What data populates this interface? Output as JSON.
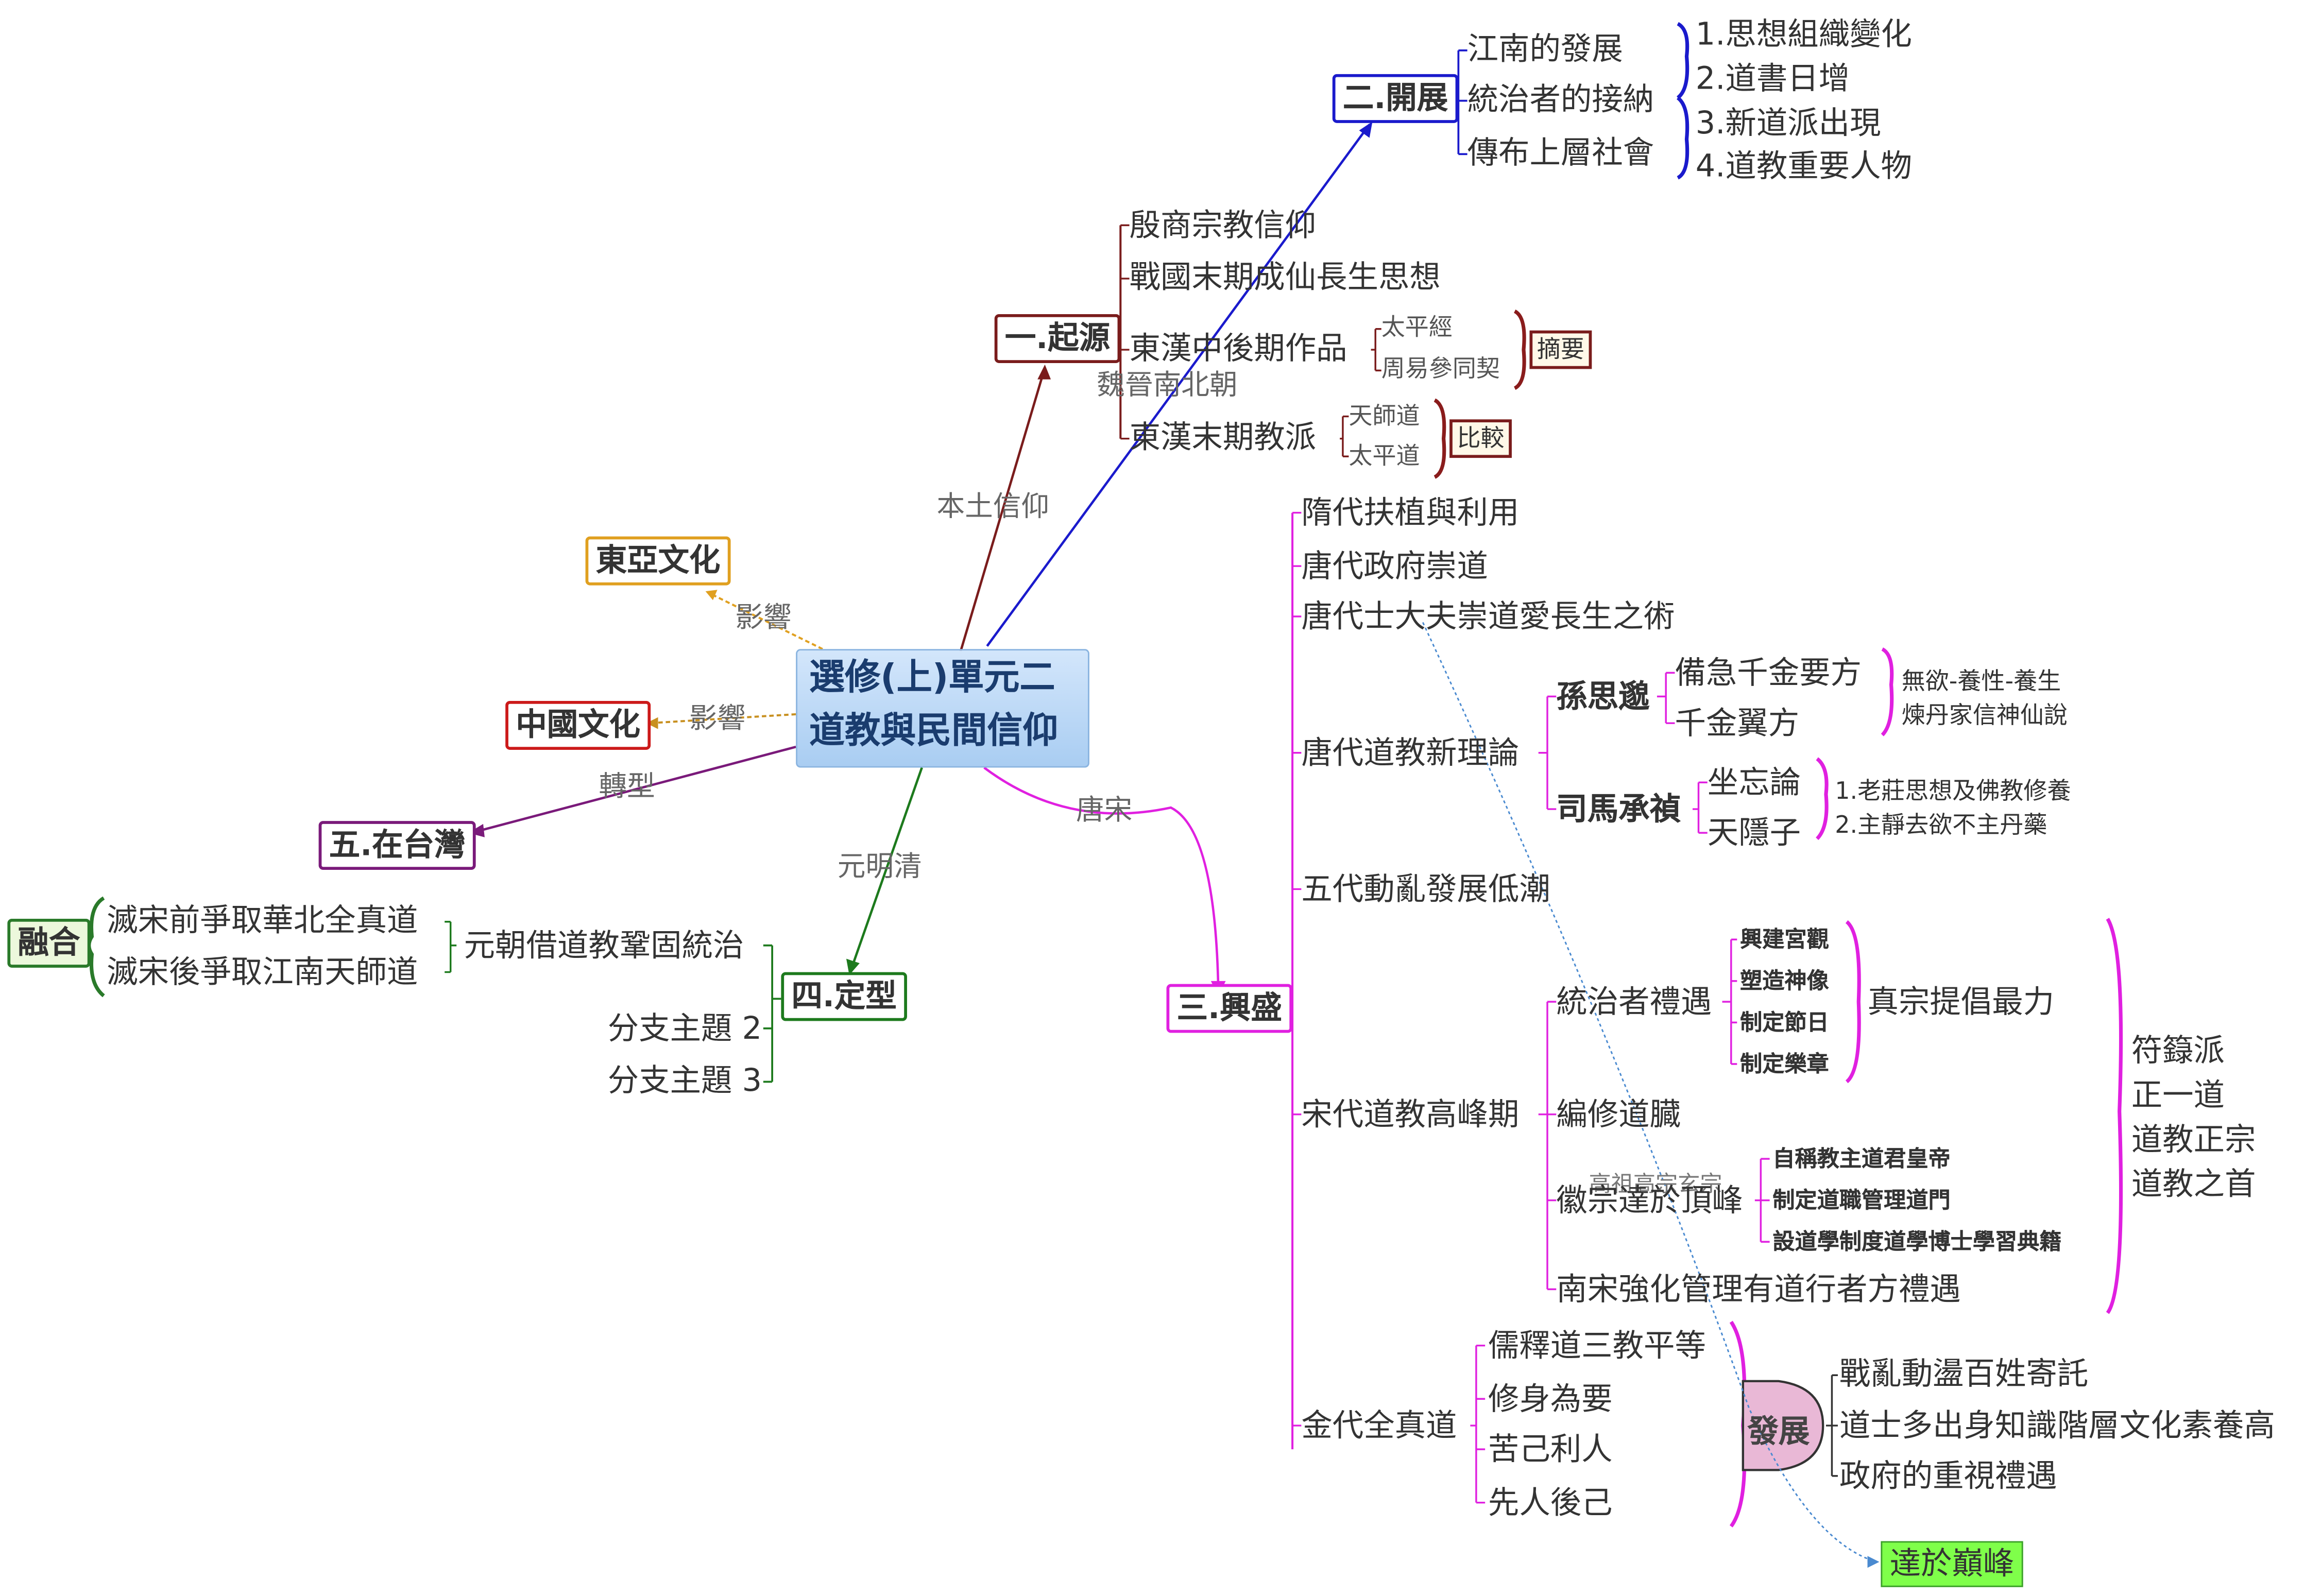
{
  "central": {
    "line1": "選修(上)單元二",
    "line2": "道教與民間信仰"
  },
  "relations": {
    "influence1": "影響",
    "influence2": "影響",
    "transform": "轉型",
    "native": "本土信仰",
    "weijin": "魏晉南北朝",
    "tangsong": "唐宋",
    "yuanmingqing": "元明清",
    "gaozu": "高祖高宗玄宗"
  },
  "east_asia": "東亞文化",
  "china_culture": "中國文化",
  "taiwan": "五.在台灣",
  "origin": {
    "label": "一.起源",
    "items": [
      "殷商宗教信仰",
      "戰國末期成仙長生思想",
      "東漢中後期作品",
      "東漢末期教派"
    ],
    "works": [
      "太平經",
      "周易參同契"
    ],
    "sects": [
      "天師道",
      "太平道"
    ],
    "summary": "摘要",
    "compare": "比較"
  },
  "development": {
    "label": "二.開展",
    "items": [
      "江南的發展",
      "統治者的接納",
      "傳布上層社會"
    ],
    "points": [
      "1.思想組織變化",
      "2.道書日增",
      "3.新道派出現",
      "4.道教重要人物"
    ]
  },
  "prosperity": {
    "label": "三.興盛",
    "items": [
      "隋代扶植與利用",
      "唐代政府崇道",
      "唐代士大夫崇道愛長生之術",
      "唐代道教新理論",
      "五代動亂發展低潮",
      "宋代道教高峰期",
      "金代全真道"
    ],
    "sun": {
      "name": "孫思邈",
      "works": [
        "備急千金要方",
        "千金翼方"
      ],
      "notes": [
        "無欲-養性-養生",
        "煉丹家信神仙說"
      ]
    },
    "sima": {
      "name": "司馬承禎",
      "works": [
        "坐忘論",
        "天隱子"
      ],
      "notes": [
        "1.老莊思想及佛教修養",
        "2.主靜去欲不主丹藥"
      ]
    },
    "song": {
      "sub": [
        "統治者禮遇",
        "編修道臓",
        "徽宗達於頂峰",
        "南宋強化管理有道行者方禮遇"
      ],
      "ruler_items": [
        "興建宮觀",
        "塑造神像",
        "制定節日",
        "制定樂章"
      ],
      "ruler_summary": "真宗提倡最力",
      "huizong_items": [
        "自稱教主道君皇帝",
        "制定道職管理道門",
        "設道學制度道學博士學習典籍"
      ],
      "sect_lines": [
        "符籙派",
        "正一道",
        "道教正宗",
        "道教之首"
      ]
    },
    "jin": {
      "items": [
        "儒釋道三教平等",
        "修身為要",
        "苦己利人",
        "先人後己"
      ],
      "develop": "發展",
      "reasons": [
        "戰亂動盪百姓寄託",
        "道士多出身知識階層文化素養高",
        "政府的重視禮遇"
      ]
    },
    "peak": "達於巔峰"
  },
  "fixed": {
    "label": "四.定型",
    "yuan": "元朝借道教鞏固統治",
    "branches": [
      "分支主題 2",
      "分支主題 3"
    ],
    "yuan_items": [
      "滅宋前爭取華北全真道",
      "滅宋後爭取江南天師道"
    ],
    "merge": "融合"
  },
  "colors": {
    "origin": "#7a1c1c",
    "development": "#1a1acc",
    "prosperity": "#e020e0",
    "fixed": "#1d7a1d",
    "taiwan": "#7a1a7a",
    "china": "#cc1a1a",
    "eastasia": "#e0a020",
    "merge": "#2a7a2a"
  }
}
